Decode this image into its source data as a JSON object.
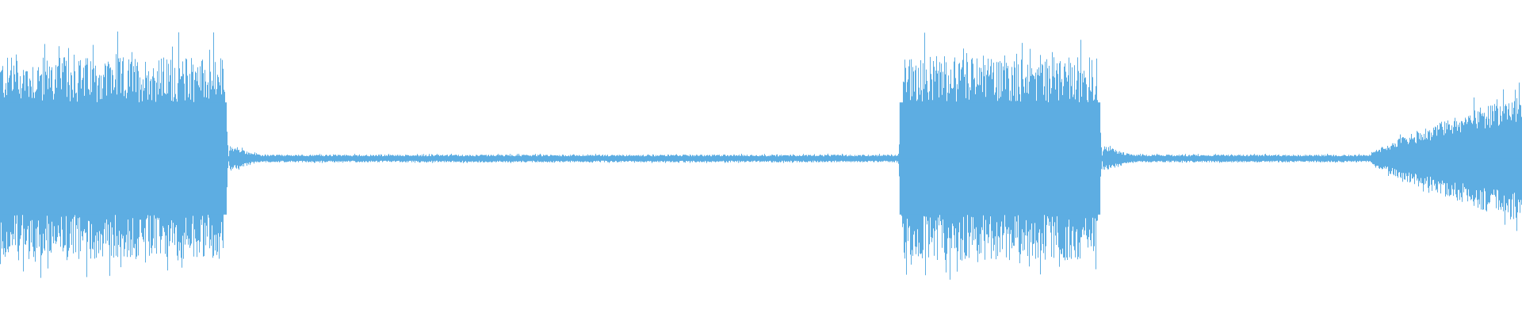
{
  "waveform": {
    "color": "#5dade2",
    "background": "#ffffff",
    "bursts": [
      {
        "start": 0.0,
        "end": 0.15,
        "level": 0.66
      },
      {
        "start": 0.59,
        "end": 0.724,
        "level": 0.66
      },
      {
        "start": 0.9,
        "end": 1.0,
        "level": 0.42,
        "fade_in": true
      }
    ],
    "silence_level": 0.025
  }
}
